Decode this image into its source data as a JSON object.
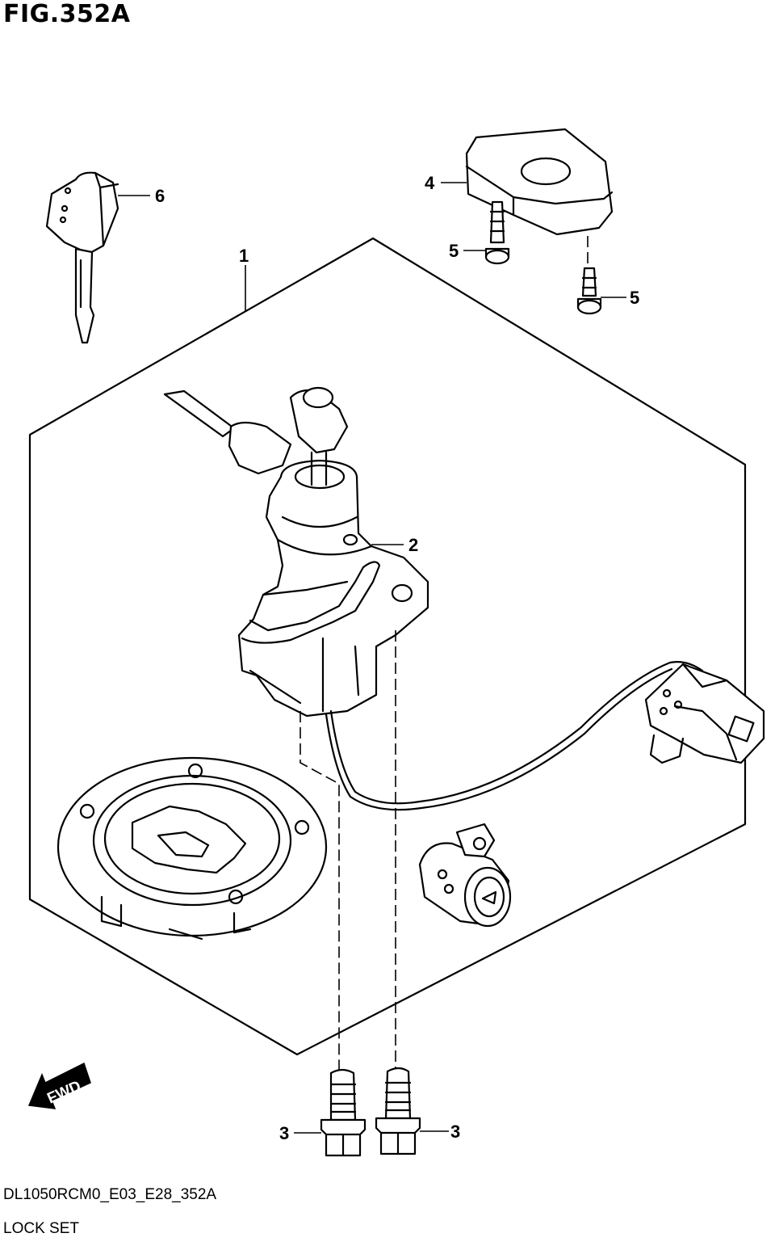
{
  "figure": {
    "title": "FIG.352A"
  },
  "callouts": [
    {
      "id": "1",
      "label": "1"
    },
    {
      "id": "2",
      "label": "2"
    },
    {
      "id": "3a",
      "label": "3"
    },
    {
      "id": "3b",
      "label": "3"
    },
    {
      "id": "4",
      "label": "4"
    },
    {
      "id": "5a",
      "label": "5"
    },
    {
      "id": "5b",
      "label": "5"
    },
    {
      "id": "6",
      "label": "6"
    }
  ],
  "direction_marker": {
    "label": "FWD",
    "icon": "fwd-arrow-icon"
  },
  "footer": {
    "model_code": "DL1050RCM0_E03_E28_352A",
    "section_name": "LOCK SET"
  },
  "colors": {
    "line": "#000000",
    "background": "#ffffff"
  }
}
